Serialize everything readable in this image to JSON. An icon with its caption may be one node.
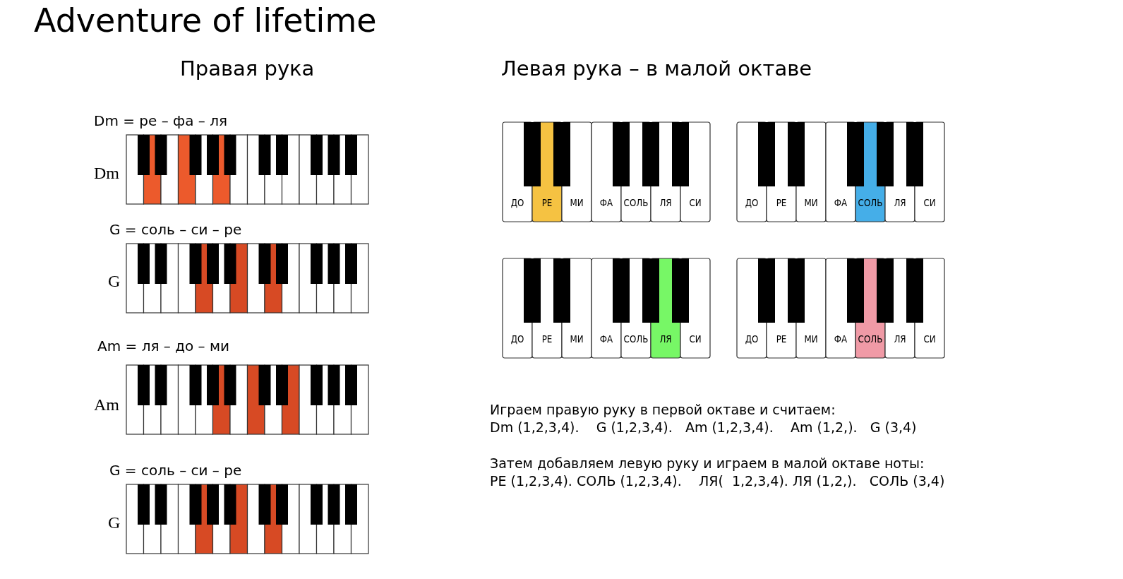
{
  "diagram": {
    "title": "Adventure of lifetime",
    "labels": [
      "Правая рука",
      "Левая рука – в малой октаве",
      "Dm = ре – фа – ля",
      "Dm",
      "G = соль – си – ре",
      "G",
      "Am = ля – до – ми",
      "Am",
      "G = соль – си – ре",
      "G",
      "ДО",
      "РЕ",
      "МИ",
      "ФА",
      "СОЛЬ",
      "ЛЯ",
      "СИ",
      "ДО",
      "РЕ",
      "МИ",
      "ФА",
      "СОЛЬ",
      "ЛЯ",
      "СИ",
      "ДО",
      "РЕ",
      "МИ",
      "ФА",
      "СОЛЬ",
      "ЛЯ",
      "СИ",
      "ДО",
      "РЕ",
      "МИ",
      "ФА",
      "СОЛЬ",
      "ЛЯ",
      "СИ",
      "Играем правую руку в первой октаве и считаем:",
      "Dm (1,2,3,4).    G (1,2,3,4).   Am (1,2,3,4).    Am (1,2,).   G (3,4)",
      "Затем добавляем левую руку и играем в малой октаве ноты:",
      "РЕ (1,2,3,4). СОЛЬ (1,2,3,4).    ЛЯ(  1,2,3,4). ЛЯ (1,2,).   СОЛЬ (3,4)"
    ]
  }
}
